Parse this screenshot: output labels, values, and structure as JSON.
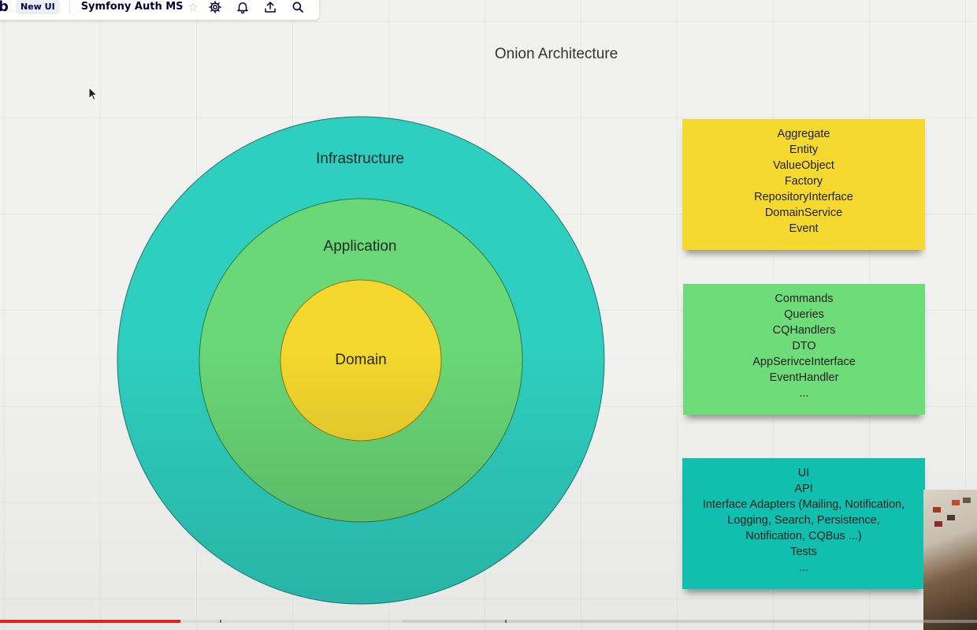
{
  "toolbar": {
    "logo": "b",
    "badge": "New UI",
    "board_title": "Symfony Auth MS",
    "icons": [
      "star-icon",
      "gear-icon",
      "bell-icon",
      "upload-icon",
      "search-icon"
    ]
  },
  "diagram": {
    "title": "Onion Architecture",
    "rings": [
      {
        "label": "Infrastructure",
        "color": "#2ecfbf"
      },
      {
        "label": "Application",
        "color": "#6ad877"
      },
      {
        "label": "Domain",
        "color": "#f4d82e"
      }
    ]
  },
  "stickies": [
    {
      "color": "#f6d92e",
      "lines": [
        "Aggregate",
        "Entity",
        "ValueObject",
        "Factory",
        "RepositoryInterface",
        "DomainService",
        "Event"
      ]
    },
    {
      "color": "#6edc78",
      "lines": [
        "Commands",
        "Queries",
        "CQHandlers",
        "DTO",
        "AppSerivceInterface",
        "EventHandler",
        "..."
      ]
    },
    {
      "color": "#11bfae",
      "lines": [
        "UI",
        "API",
        "Interface Adapters (Mailing, Notification,",
        "Logging, Search, Persistence,",
        "Notification, CQBus ...)",
        "Tests",
        "..."
      ]
    }
  ],
  "video": {
    "progress": 0.185,
    "buffered": 0.412,
    "accent": "#e62117"
  }
}
